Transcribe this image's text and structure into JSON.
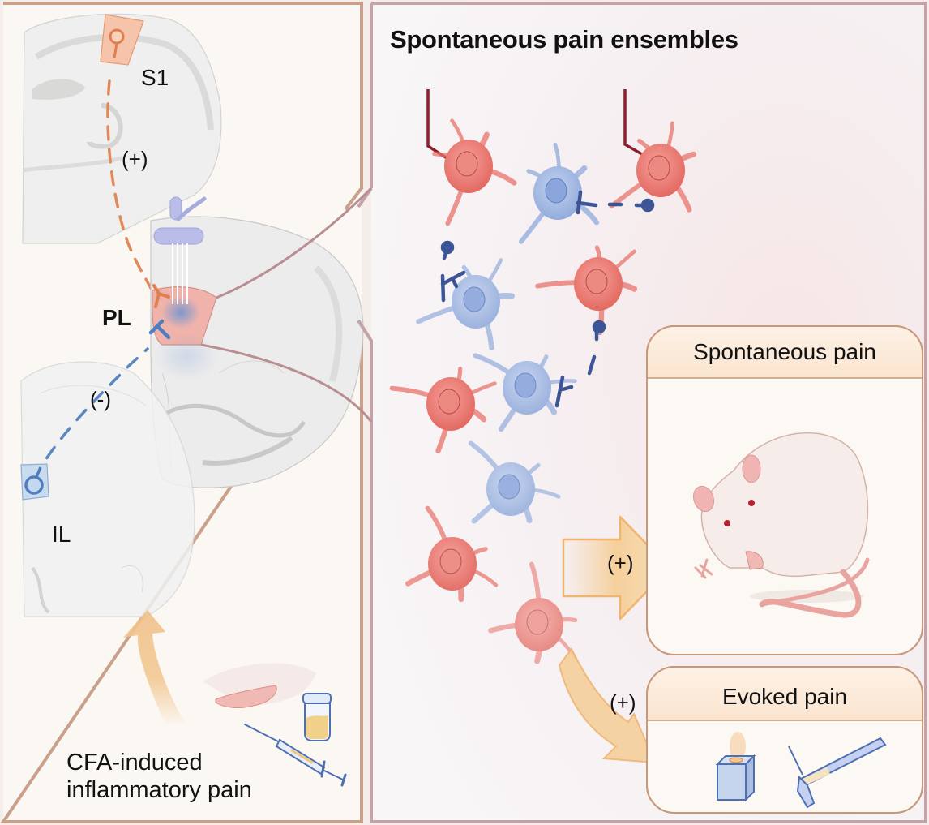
{
  "figure": {
    "type": "graphical-abstract",
    "left_panel": {
      "region_labels": {
        "s1": "S1",
        "pl": "PL",
        "il": "IL"
      },
      "pathway_signs": {
        "s1_to_pl": "(+)",
        "il_to_pl": "(-)"
      },
      "model_caption": "CFA-induced\ninflammatory pain",
      "icons": [
        "brain-section",
        "recording-electrode",
        "rat-paw",
        "cfa-vial",
        "syringe",
        "upward-arrow"
      ]
    },
    "right_panel": {
      "title": "Spontaneous pain ensembles",
      "neurons": {
        "excitatory_color": "#e8736b",
        "inhibitory_color": "#8fa9dc"
      },
      "outputs": [
        {
          "sign": "(+)",
          "box_title": "Spontaneous pain",
          "icon": "rat-licking-paw"
        },
        {
          "sign": "(+)",
          "box_title": "Evoked pain",
          "icons": [
            "hot-plate-cube",
            "von-frey-filament"
          ]
        }
      ]
    },
    "colors": {
      "left_frame": "#c9a089",
      "right_frame": "#c3a3a7",
      "s1_pathway": "#e08a5b",
      "il_pathway": "#5a86c0",
      "inhibition": "#3d5596",
      "ensemble_marker": "#8b1f2b",
      "arrow": "#f2c893",
      "box_header": "#fbe8d6"
    }
  }
}
